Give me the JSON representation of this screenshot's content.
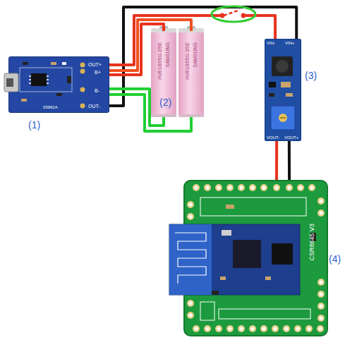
{
  "diagram": {
    "nodes": [
      {
        "text": [
          "OUT+",
          "B+",
          "B-",
          "OUT-",
          "03962A"
        ]
      },
      {
        "text": [
          "INR18650-35E",
          "SAMSUNG"
        ]
      },
      {
        "text": [
          "INR18650-35E",
          "SAMSUNG"
        ]
      },
      {
        "text": [
          "VIN-",
          "VIN+",
          "VOUT-",
          "VOUT+"
        ]
      },
      {
        "text": [
          "CSR8645 V3"
        ]
      }
    ],
    "edges": [
      {
        "from": 0,
        "to": 3,
        "arrow": "none"
      },
      {
        "from": 0,
        "to": 3,
        "arrow": "none"
      },
      {
        "from": 0,
        "to": 1,
        "arrow": "none"
      },
      {
        "from": 0,
        "to": 2,
        "arrow": "none"
      },
      {
        "from": 0,
        "to": 1,
        "arrow": "none"
      },
      {
        "from": 0,
        "to": 2,
        "arrow": "none"
      },
      {
        "from": 3,
        "to": 4,
        "arrow": "none"
      },
      {
        "from": 3,
        "to": 4,
        "arrow": "none"
      }
    ],
    "labels": [
      "(1)",
      "(2)",
      "(3)",
      "(4)"
    ]
  }
}
